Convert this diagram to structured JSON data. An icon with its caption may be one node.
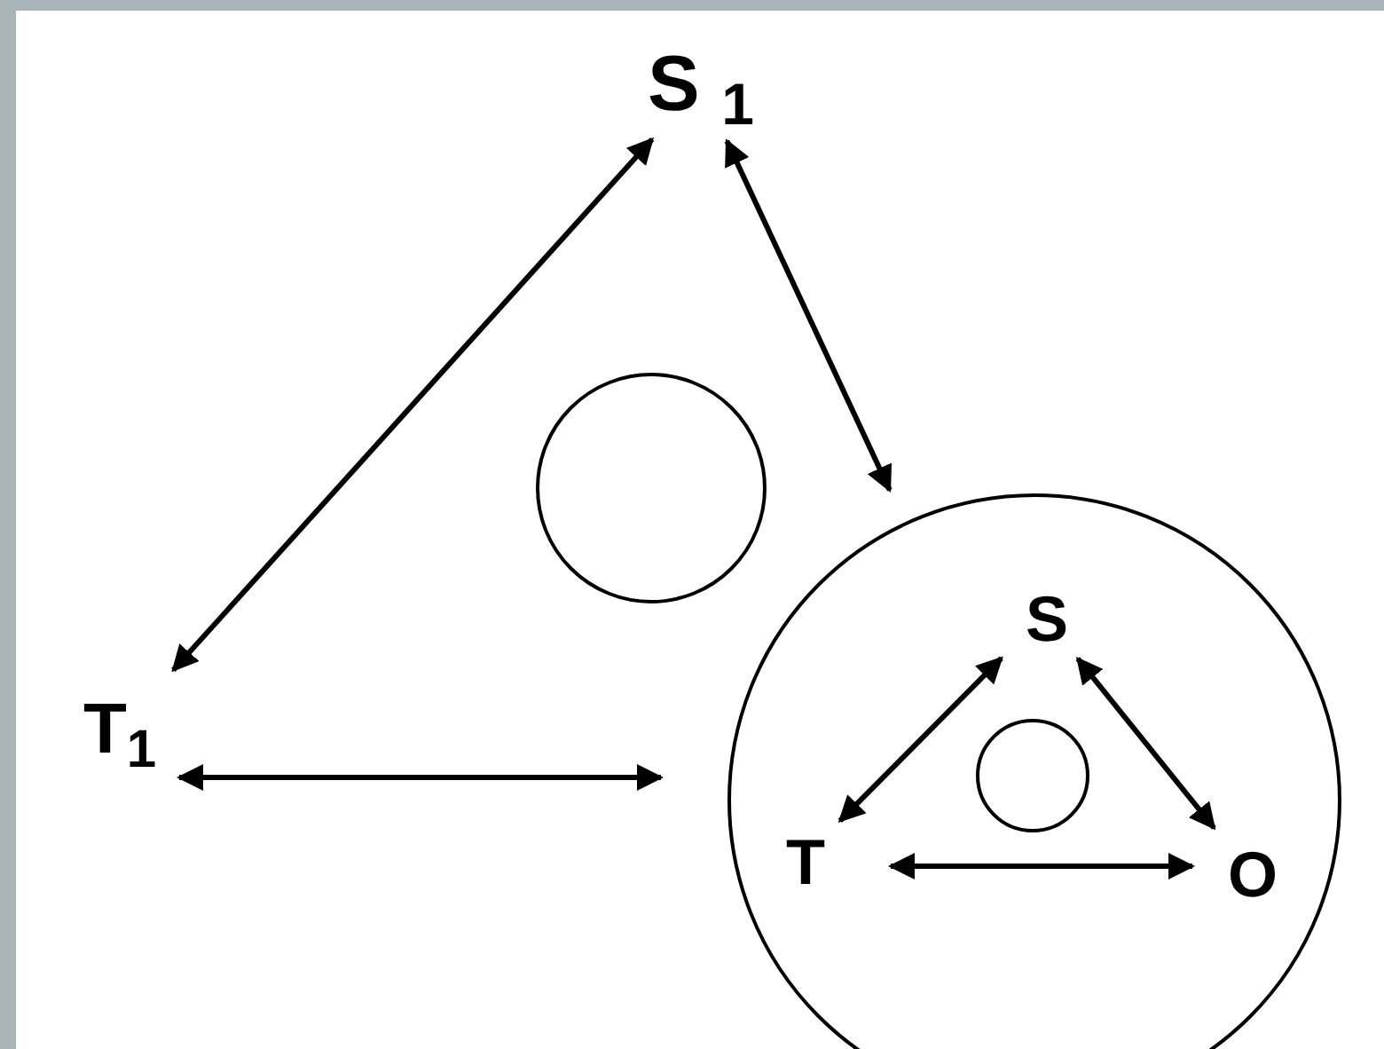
{
  "diagram": {
    "nodes": [
      {
        "text": [
          "S $_{1}$"
        ]
      },
      {
        "text": [
          "T$_{1}$"
        ]
      },
      {
        "text": [],
        "shape": "circle"
      },
      {
        "text": [],
        "shape": "circle"
      },
      {
        "text": [
          "S"
        ],
        "in": 2
      },
      {
        "text": [
          "T"
        ],
        "in": 2
      },
      {
        "text": [
          "O"
        ],
        "in": 2
      },
      {
        "text": [],
        "shape": "circle",
        "in": 2
      }
    ],
    "edges": [
      {
        "from": 0,
        "to": 1,
        "arrow": "both"
      },
      {
        "from": 0,
        "to": 2,
        "arrow": "both"
      },
      {
        "from": 1,
        "to": 2,
        "arrow": "both"
      },
      {
        "from": 5,
        "to": 4,
        "arrow": "both"
      },
      {
        "from": 4,
        "to": 6,
        "arrow": "both"
      },
      {
        "from": 5,
        "to": 6,
        "arrow": "both"
      }
    ]
  }
}
